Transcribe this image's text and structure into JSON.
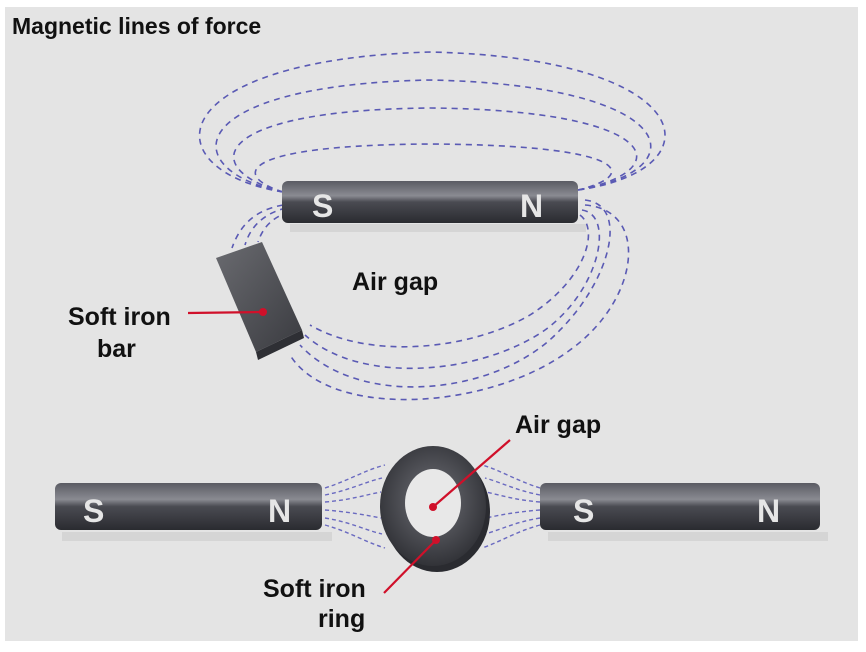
{
  "title": "Magnetic lines of force",
  "top_magnet": {
    "south": "S",
    "north": "N"
  },
  "labels": {
    "air_gap_top": "Air gap",
    "soft_iron_bar_line1": "Soft iron",
    "soft_iron_bar_line2": "bar",
    "air_gap_bottom": "Air gap",
    "soft_iron_ring_line1": "Soft iron",
    "soft_iron_ring_line2": "ring"
  },
  "bottom_left_magnet": {
    "south": "S",
    "north": "N"
  },
  "bottom_right_magnet": {
    "south": "S",
    "north": "N"
  },
  "colors": {
    "background": "#e4e4e4",
    "field_lines": "#5a5ab4",
    "pointer": "#d0102a",
    "magnet": "#3c3d44"
  }
}
